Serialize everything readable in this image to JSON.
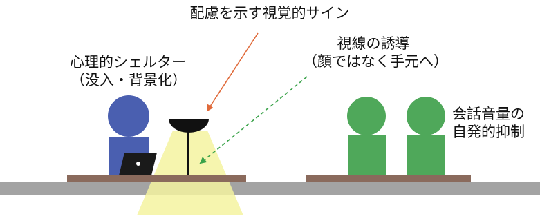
{
  "labels": {
    "visual_sign": "配慮を示す視覚的サイン",
    "gaze_guidance_title": "視線の誘導",
    "gaze_guidance_sub": "（顔ではなく手元へ）",
    "psych_shelter_title": "心理的シェルター",
    "psych_shelter_sub": "（没入・背景化）",
    "volume_control_1": "会話音量の",
    "volume_control_2": "自発的抑制"
  },
  "colors": {
    "solo_person": "#4a5fb0",
    "pair_person": "#4fa85a",
    "desk_top": "#8a6a5c",
    "floor": "#a3a3a3",
    "lamp_shade": "#111111",
    "light_cone": "#f5f3a0",
    "sign_arrow": "#e06a3a",
    "gaze_arrow": "#3aa34a",
    "laptop": "#1a1a1a"
  },
  "icons": {
    "solo_person": "person-icon",
    "pair_person": "person-icon",
    "lamp": "desk-lamp-icon",
    "laptop": "laptop-icon"
  }
}
